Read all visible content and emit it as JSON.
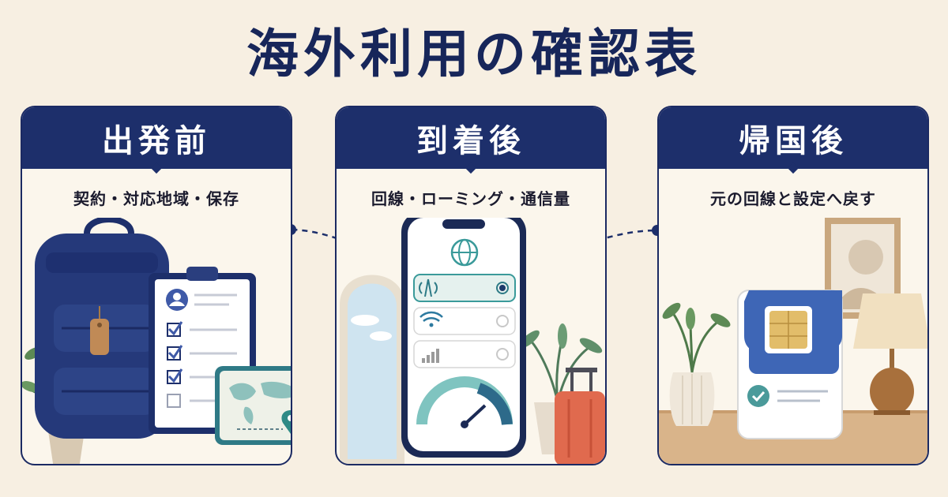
{
  "title": "海外利用の確認表",
  "cards": [
    {
      "heading": "出発前",
      "subtitle": "契約・対応地域・保存"
    },
    {
      "heading": "到着後",
      "subtitle": "回線・ローミング・通信量"
    },
    {
      "heading": "帰国後",
      "subtitle": "元の回線と設定へ戻す"
    }
  ],
  "colors": {
    "navy": "#1d2f6b",
    "background": "#f7efe2",
    "teal": "#4a9a9a",
    "suitcase": "#e06a4e"
  },
  "icons": {
    "card1": [
      "backpack-icon",
      "luggage-tag-icon",
      "clipboard-checklist-icon",
      "user-icon",
      "check-icon",
      "world-map-icon",
      "map-pin-icon",
      "plant-icon"
    ],
    "card2": [
      "smartphone-icon",
      "globe-icon",
      "antenna-icon",
      "wifi-icon",
      "signal-bars-icon",
      "speedometer-icon",
      "suitcase-icon",
      "plant-icon",
      "window-icon"
    ],
    "card3": [
      "sim-card-icon",
      "check-icon",
      "picture-frame-icon",
      "lamp-icon",
      "vase-plant-icon"
    ]
  }
}
